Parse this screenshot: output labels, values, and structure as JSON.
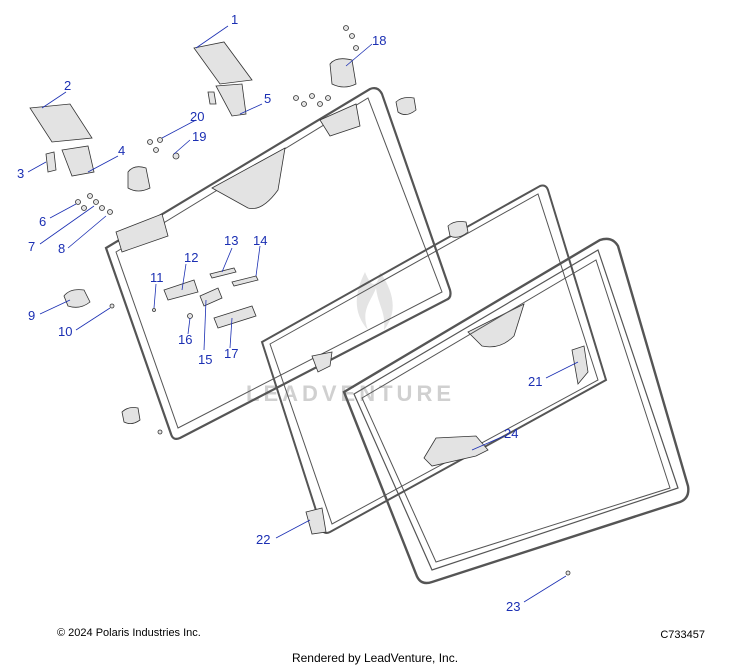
{
  "diagram": {
    "callouts": [
      "1",
      "2",
      "3",
      "4",
      "5",
      "6",
      "7",
      "8",
      "9",
      "10",
      "11",
      "12",
      "13",
      "14",
      "15",
      "16",
      "17",
      "18",
      "19",
      "20",
      "21",
      "22",
      "23",
      "24"
    ],
    "watermark_text": "LEADVENTURE"
  },
  "footer": {
    "copyright": "© 2024 Polaris Industries Inc.",
    "drawing_number": "C733457",
    "rendered_by": "Rendered by LeadVenture, Inc."
  },
  "colors": {
    "callout": "#1b2fb3",
    "line": "#333333"
  }
}
